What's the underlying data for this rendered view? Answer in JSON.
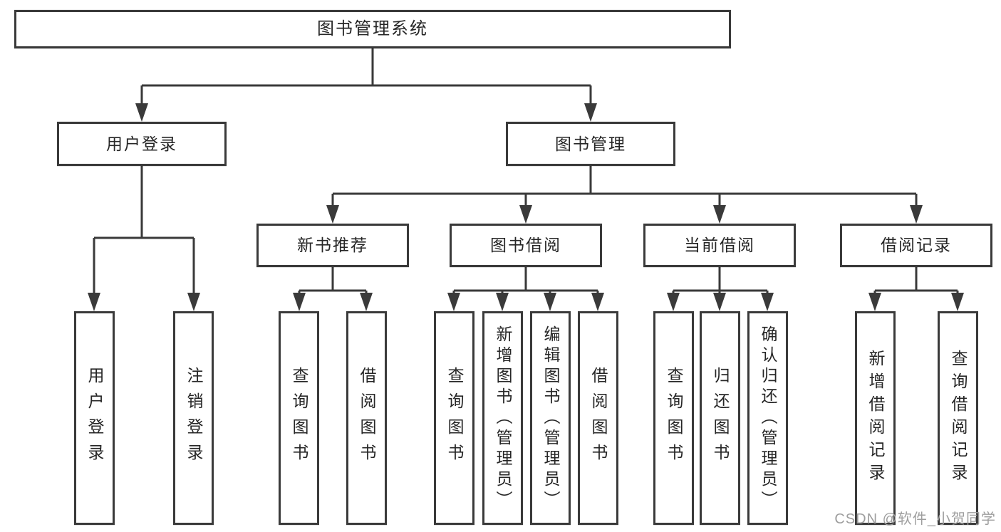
{
  "diagram_type": "function-structure-tree",
  "colors": {
    "background": "#ffffff",
    "line": "#3a3a3a",
    "box_border": "#3a3a3a",
    "box_fill": "#ffffff",
    "text": "#262626",
    "watermark": "#9e9e9e"
  },
  "watermark": {
    "text": "CSDN @软件_小贺同学"
  },
  "tree": {
    "root": {
      "label": "图书管理系统"
    },
    "branches": [
      {
        "label": "用户登录",
        "children": [
          {
            "label": "用户登录"
          },
          {
            "label": "注销登录"
          }
        ]
      },
      {
        "label": "图书管理",
        "groups": [
          {
            "label": "新书推荐",
            "children": [
              {
                "label": "查询图书"
              },
              {
                "label": "借阅图书"
              }
            ]
          },
          {
            "label": "图书借阅",
            "children": [
              {
                "label": "查询图书"
              },
              {
                "label": "新增图书（管理员）"
              },
              {
                "label": "编辑图书（管理员）"
              },
              {
                "label": "借阅图书"
              }
            ]
          },
          {
            "label": "当前借阅",
            "children": [
              {
                "label": "查询图书"
              },
              {
                "label": "归还图书"
              },
              {
                "label": "确认归还（管理员）"
              }
            ]
          },
          {
            "label": "借阅记录",
            "children": [
              {
                "label": "新增借阅记录"
              },
              {
                "label": "查询借阅记录"
              }
            ]
          }
        ]
      }
    ]
  }
}
